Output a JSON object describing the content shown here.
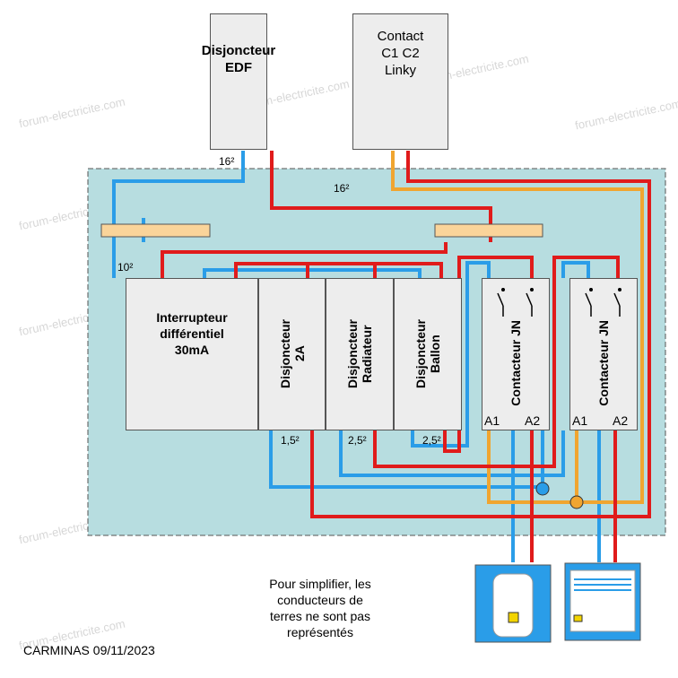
{
  "watermark": "forum-electricite.com",
  "colors": {
    "panel": "#b7dde0",
    "phase": "#e01b1b",
    "neutral": "#2a9de8",
    "control": "#f0a530",
    "busbar": "#fad49a",
    "device": "#ededed"
  },
  "edf_breaker": {
    "line1": "Disjoncteur",
    "line2": "EDF"
  },
  "linky_contact": {
    "line1": "Contact",
    "line2": "C1 C2",
    "line3": "Linky"
  },
  "sections": {
    "edf_out": "16²",
    "panel_feed": "16²",
    "rcd_in": "10²"
  },
  "rcd": {
    "line1": "Interrupteur",
    "line2": "différentiel",
    "line3": "30mA"
  },
  "breakers": [
    {
      "line1": "Disjoncteur",
      "line2": "2A",
      "section": "1,5²"
    },
    {
      "line1": "Disjoncteur",
      "line2": "Radiateur",
      "section": "2,5²"
    },
    {
      "line1": "Disjoncteur",
      "line2": "Ballon",
      "section": "2,5²"
    }
  ],
  "contactors": [
    {
      "label": "Contacteur JN",
      "a1": "A1",
      "a2": "A2"
    },
    {
      "label": "Contacteur JN",
      "a1": "A1",
      "a2": "A2"
    }
  ],
  "loads": [
    "water-heater-icon",
    "radiator-icon"
  ],
  "note": {
    "line1": "Pour simplifier, les",
    "line2": "conducteurs  de",
    "line3": "terres ne sont pas",
    "line4": "représentés"
  },
  "credit": "CARMINAS 09/11/2023"
}
